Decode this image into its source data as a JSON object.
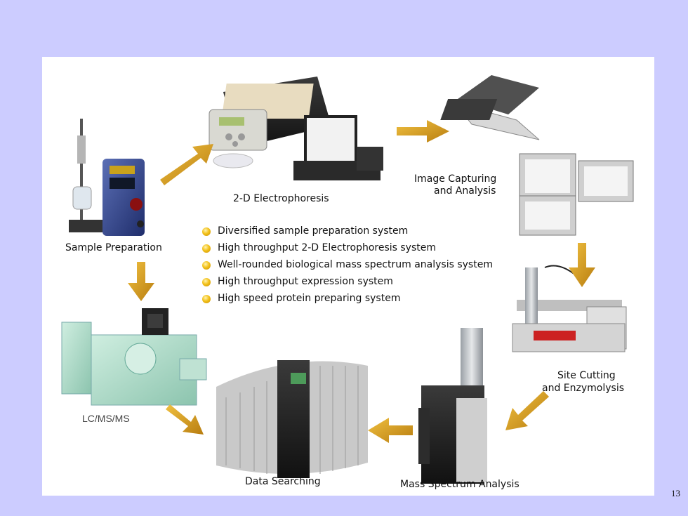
{
  "diagram": {
    "stages": {
      "sample_preparation": "Sample Preparation",
      "electrophoresis": "2-D Electrophoresis",
      "image_capturing_line1": "Image Capturing",
      "image_capturing_line2": "and Analysis",
      "site_cutting_line1": "Site Cutting",
      "site_cutting_line2": "and Enzymolysis",
      "mass_spectrum": "Mass Spectrum Analysis",
      "data_searching": "Data Searching",
      "lcmsms": "LC/MS/MS"
    },
    "bullets": [
      "Diversified sample preparation system",
      "High throughput 2-D Electrophoresis system",
      "Well-rounded biological mass spectrum analysis system",
      "High throughput expression system",
      "High speed protein preparing system"
    ],
    "arrow_color": "#d9a020"
  },
  "page_number": "13"
}
